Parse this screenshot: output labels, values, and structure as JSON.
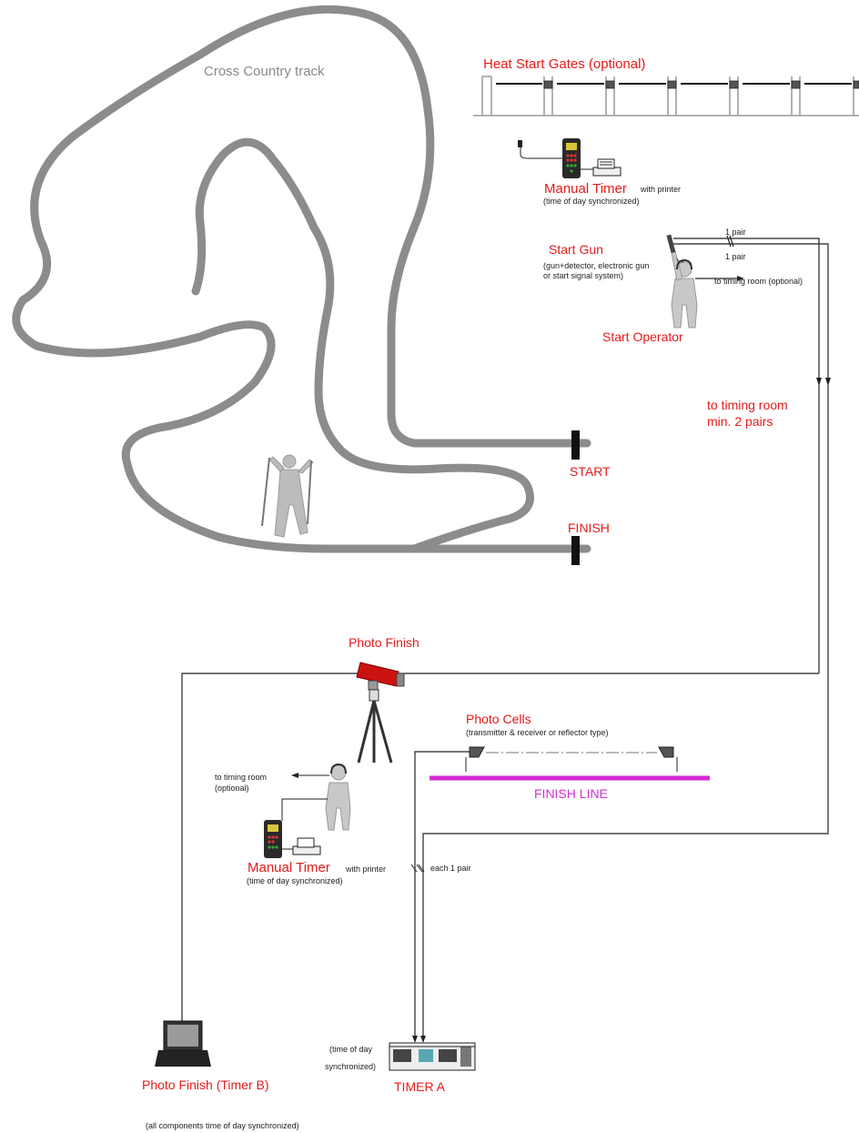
{
  "labels": {
    "cross_country_track": "Cross Country track",
    "heat_start_gates": "Heat Start Gates (optional)",
    "manual_timer_top": "Manual Timer",
    "with_printer_top": "with printer",
    "tod_sync_top": "(time of day synchronized)",
    "start_gun": "Start Gun",
    "start_gun_desc_1": "(gun+detector, electronic gun",
    "start_gun_desc_2": "or start signal system)",
    "one_pair_a": "1 pair",
    "one_pair_b": "1 pair",
    "to_timing_room_optional_top": "to timing room (optional)",
    "start_operator": "Start Operator",
    "to_timing_room_1": "to timing room",
    "to_timing_room_2": "min. 2 pairs",
    "start": "START",
    "finish": "FINISH",
    "photo_finish": "Photo Finish",
    "photo_cells": "Photo Cells",
    "photo_cells_desc": "(transmitter & receiver or reflector type)",
    "finish_line": "FINISH LINE",
    "to_timing_room_left_1": "to timing room",
    "to_timing_room_left_2": "(optional)",
    "manual_timer_bottom": "Manual Timer",
    "with_printer_bottom": "with printer",
    "tod_sync_bottom": "(time of day synchronized)",
    "each_one_pair": "each 1 pair",
    "tod_left_1": "(time of day",
    "tod_left_2": "synchronized)",
    "photo_finish_timer_b": "Photo Finish (Timer B)",
    "timer_a": "TIMER A",
    "footnote": "(all components time of day synchronized)"
  },
  "colors": {
    "label_red": "#e51b1b",
    "track_grey": "#8c8c8c",
    "finish_line_magenta": "#d42ad4",
    "camera_red": "#cc1111",
    "wire": "#222222"
  },
  "icons": [
    "skier-icon",
    "start-gate-icon",
    "manual-timer-icon",
    "printer-icon",
    "start-operator-icon",
    "photo-finish-camera-icon",
    "tripod-icon",
    "photo-cell-icon",
    "laptop-icon",
    "timer-device-icon"
  ]
}
